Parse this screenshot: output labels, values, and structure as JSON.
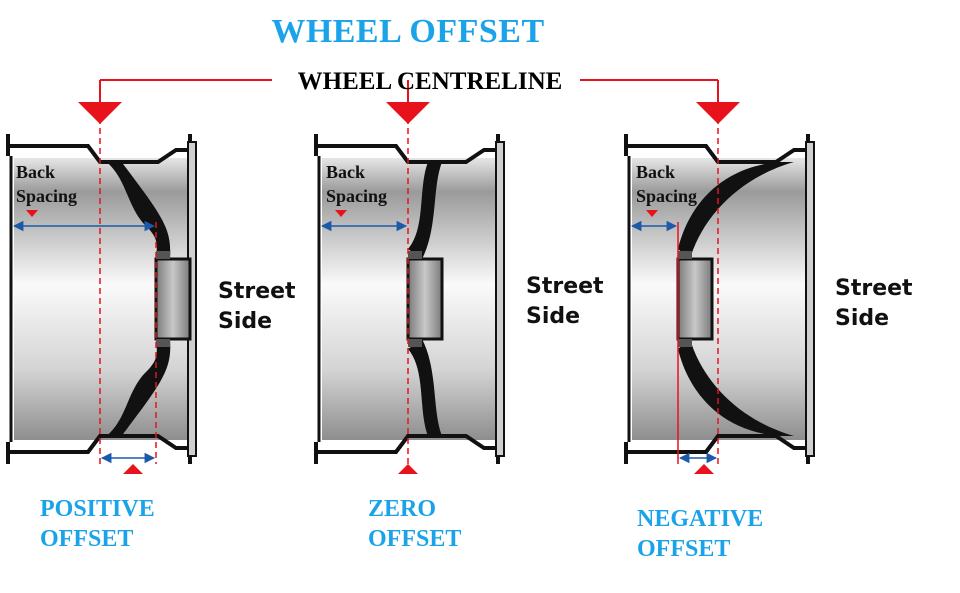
{
  "title": "WHEEL OFFSET",
  "centreline_label": "WHEEL CENTRELINE",
  "colors": {
    "title": "#1aa3e8",
    "accent_red": "#e8121c",
    "measure_blue": "#1a5aa8",
    "ink": "#111111"
  },
  "wheels": [
    {
      "key": "positive",
      "back_spacing": [
        "Back",
        "Spacing"
      ],
      "street_side": [
        "Street",
        "Side"
      ],
      "offset_label": [
        "POSITIVE",
        "OFFSET"
      ]
    },
    {
      "key": "zero",
      "back_spacing": [
        "Back",
        "Spacing"
      ],
      "street_side": [
        "Street",
        "Side"
      ],
      "offset_label": [
        "ZERO",
        "OFFSET"
      ]
    },
    {
      "key": "negative",
      "back_spacing": [
        "Back",
        "Spacing"
      ],
      "street_side": [
        "Street",
        "Side"
      ],
      "offset_label": [
        "NEGATIVE",
        "OFFSET"
      ]
    }
  ]
}
